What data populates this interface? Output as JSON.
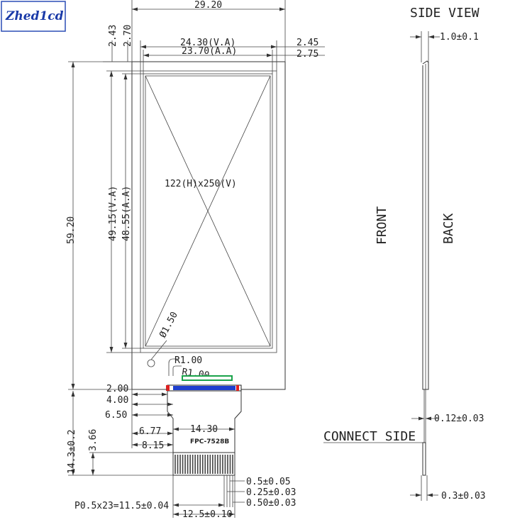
{
  "logo": {
    "text": "Zhed1cd"
  },
  "front_view": {
    "top_partial": "—",
    "width_total": "29.20",
    "va_width": "24.30(V.A)",
    "aa_width": "23.70(A.A)",
    "right_offset_va": "2.45",
    "right_offset_aa": "2.75",
    "top_offset_va": "2.43",
    "top_offset_aa": "2.70",
    "height_total": "59.20",
    "va_height": "49.15(V.A)",
    "aa_height": "48.55(A.A)",
    "resolution": "122(H)x250(V)",
    "hole_diameter": "Ø1.50",
    "radius_1": "R1.00",
    "radius_2": "R1.00",
    "dim_200": "2.00",
    "dim_400": "4.00",
    "dim_650": "6.50",
    "dim_677": "6.77",
    "dim_815": "8.15",
    "fpc_width": "14.30",
    "fpc_label": "FPC-7528B",
    "fpc_length": "14.3±0.2",
    "fpc_stiff": "3.66",
    "pin_width": "0.5±0.05",
    "pin_gap": "0.25±0.03",
    "pin_pitch": "0.50±0.03",
    "pitch_total": "P0.5x23=11.5±0.04",
    "connector_width": "12.5±0.10"
  },
  "side_view": {
    "title": "SIDE VIEW",
    "thickness": "1.0±0.1",
    "front_label": "FRONT",
    "back_label": "BACK",
    "fpc_thickness": "0.12±0.03",
    "connect_side": "CONNECT SIDE",
    "connector_thickness": "0.3±0.03"
  }
}
